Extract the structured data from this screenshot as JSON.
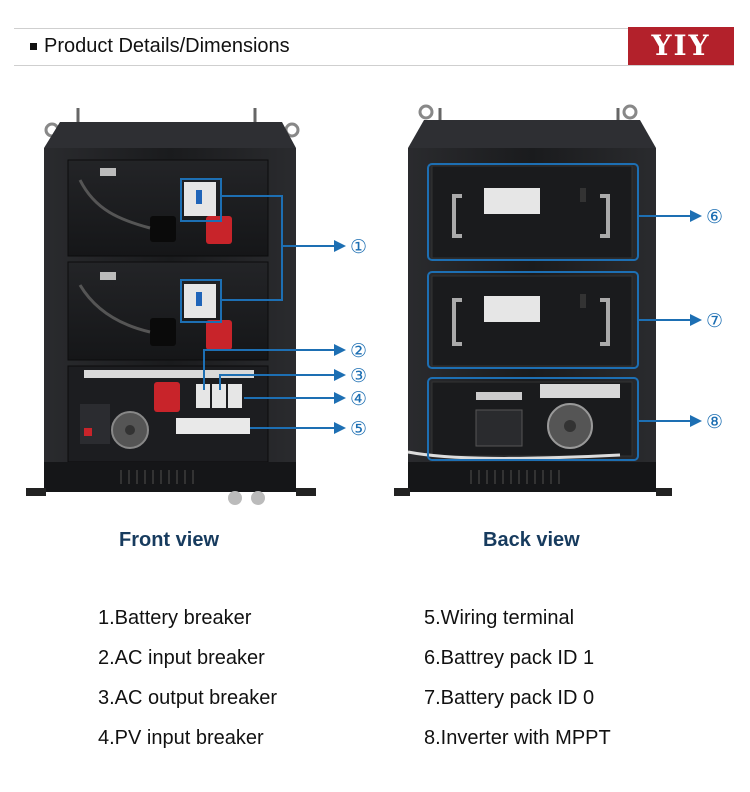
{
  "header": {
    "title": "Product Details/Dimensions",
    "logo_text": "YIY"
  },
  "front_view": {
    "label": "Front view",
    "callouts": [
      "①",
      "②",
      "③",
      "④",
      "⑤"
    ]
  },
  "back_view": {
    "label": "Back view",
    "callouts": [
      "⑥",
      "⑦",
      "⑧"
    ]
  },
  "legend": {
    "left": [
      "1.Battery breaker",
      "2.AC input breaker",
      "3.AC output breaker",
      "4.PV input breaker"
    ],
    "right": [
      "5.Wiring terminal",
      "6.Battrey pack ID 1",
      "7.Battery pack ID 0",
      "8.Inverter with MPPT"
    ]
  },
  "colors": {
    "callout_blue": "#1d6fb3",
    "brand_red": "#b3212b",
    "cabinet": "#1b1c1e"
  }
}
